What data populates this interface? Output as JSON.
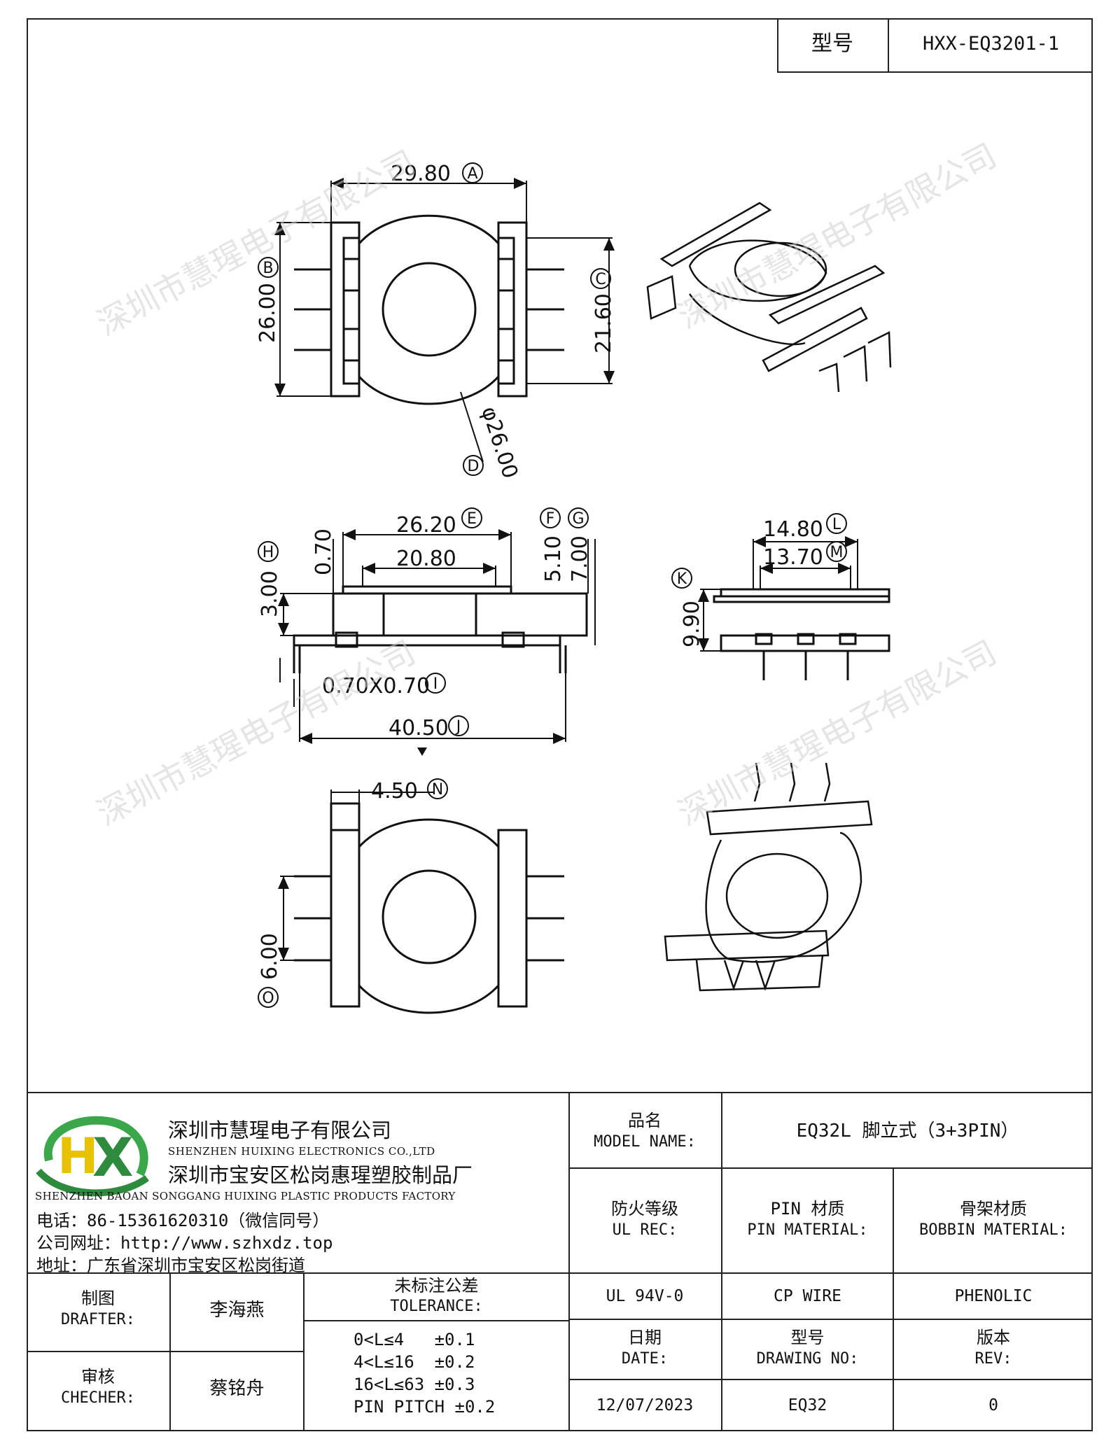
{
  "header": {
    "model_label": "型号",
    "model_value": "HXX-EQ3201-1"
  },
  "watermark": "深圳市慧瑆电子有限公司",
  "dimensions": {
    "A": "29.80",
    "B": "26.00",
    "C": "21.60",
    "D": "φ26.00",
    "E": "26.20",
    "E2": "20.80",
    "F": "5.10",
    "G": "7.00",
    "H": "3.00",
    "H2": "0.70",
    "I": "0.70X0.70",
    "J": "40.50",
    "K": "9.90",
    "L": "14.80",
    "M": "13.70",
    "N": "4.50",
    "O": "6.00",
    "letters": [
      "A",
      "B",
      "C",
      "D",
      "E",
      "F",
      "G",
      "H",
      "I",
      "J",
      "K",
      "L",
      "M",
      "N",
      "O"
    ]
  },
  "company": {
    "logo_text": "HX",
    "name_cn": "深圳市慧瑆电子有限公司",
    "name_en": "SHENZHEN HUIXING ELECTRONICS CO.,LTD",
    "factory_cn": "深圳市宝安区松岗惠瑆塑胶制品厂",
    "factory_en": "SHENZHEN BAOAN SONGGANG HUIXING PLASTIC PRODUCTS FACTORY",
    "phone": "电话：86-15361620310（微信同号）",
    "website": "公司网址：http://www.szhxdz.top",
    "address": "地址：广东省深圳市宝安区松岗街道"
  },
  "title_block": {
    "model_name_cn": "品名",
    "model_name_en": "MODEL NAME:",
    "model_name_value": "EQ32L 脚立式（3+3PIN）",
    "fire_cn": "防火等级",
    "fire_en": "UL REC:",
    "pin_cn": "PIN 材质",
    "pin_en": "PIN MATERIAL:",
    "bobbin_cn": "骨架材质",
    "bobbin_en": "BOBBIN MATERIAL:",
    "fire_value": "UL 94V-0",
    "pin_value": "CP WIRE",
    "bobbin_value": "PHENOLIC",
    "date_cn": "日期",
    "date_en": "DATE:",
    "drawing_cn": "型号",
    "drawing_en": "DRAWING NO:",
    "rev_cn": "版本",
    "rev_en": "REV:",
    "date_value": "12/07/2023",
    "drawing_value": "EQ32",
    "rev_value": "0",
    "drafter_cn": "制图",
    "drafter_en": "DRAFTER:",
    "drafter_name": "李海燕",
    "checker_cn": "审核",
    "checker_en": "CHECHER:",
    "checker_name": "蔡铭舟",
    "tolerance_cn": "未标注公差",
    "tolerance_en": "TOLERANCE:",
    "tol_1": "0<L≤4   ±0.1",
    "tol_2": "4<L≤16  ±0.2",
    "tol_3": "16<L≤63 ±0.3",
    "tol_4": "PIN PITCH ±0.2"
  }
}
